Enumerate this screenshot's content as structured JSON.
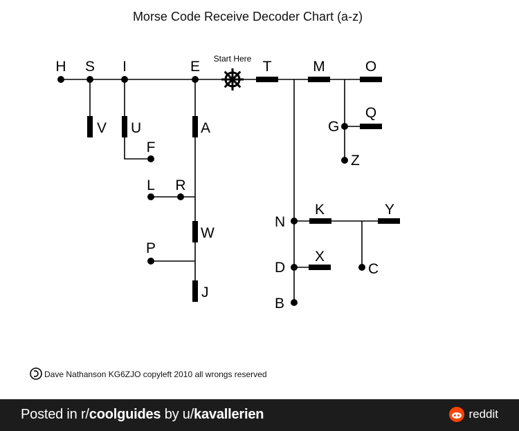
{
  "title": "Morse Code Receive Decoder Chart (a-z)",
  "start_label": "Start Here",
  "credit": "Dave Nathanson KG6ZJO copyleft 2010 all wrongs reserved",
  "letters": {
    "H": "H",
    "S": "S",
    "I": "I",
    "E": "E",
    "T": "T",
    "M": "M",
    "O": "O",
    "V": "V",
    "U": "U",
    "A": "A",
    "F": "F",
    "L": "L",
    "R": "R",
    "W": "W",
    "P": "P",
    "J": "J",
    "G": "G",
    "Q": "Q",
    "Z": "Z",
    "N": "N",
    "K": "K",
    "Y": "Y",
    "D": "D",
    "X": "X",
    "C": "C",
    "B": "B"
  },
  "footer": {
    "prefix": "Posted in r/",
    "subreddit": "coolguides",
    "middle": " by u/",
    "user": "kavallerien",
    "brand": "reddit"
  }
}
